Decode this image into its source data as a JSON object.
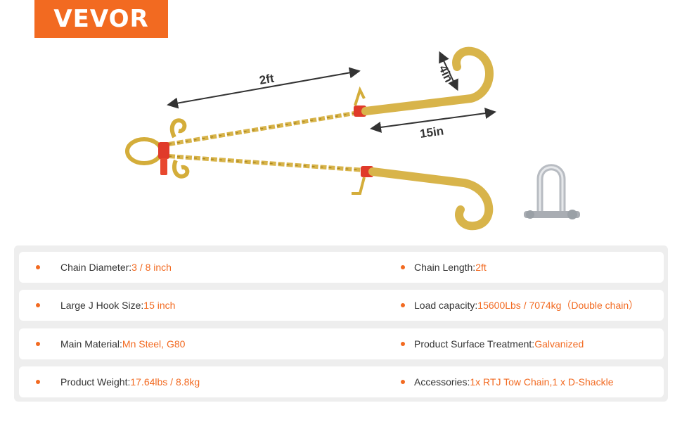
{
  "brand": {
    "name": "VEVOR",
    "color": "#f26a21"
  },
  "dimensions": {
    "chain_length": "2ft",
    "hook_height": "4in",
    "hook_length": "15in"
  },
  "specs": [
    {
      "left": {
        "label": "Chain Diameter: ",
        "value": "3 / 8 inch"
      },
      "right": {
        "label": "Chain Length: ",
        "value": "2ft"
      }
    },
    {
      "left": {
        "label": "Large J Hook Size: ",
        "value": "15 inch"
      },
      "right": {
        "label": "Load capacity: ",
        "value": "15600Lbs / 7074kg（Double chain）"
      }
    },
    {
      "left": {
        "label": "Main Material: ",
        "value": "Mn Steel, G80"
      },
      "right": {
        "label": "Product Surface Treatment: ",
        "value": "Galvanized"
      }
    },
    {
      "left": {
        "label": "Product Weight: ",
        "value": "17.64lbs / 8.8kg"
      },
      "right": {
        "label": "Accessories: ",
        "value": "1x RTJ Tow Chain,1 x D-Shackle"
      }
    }
  ]
}
